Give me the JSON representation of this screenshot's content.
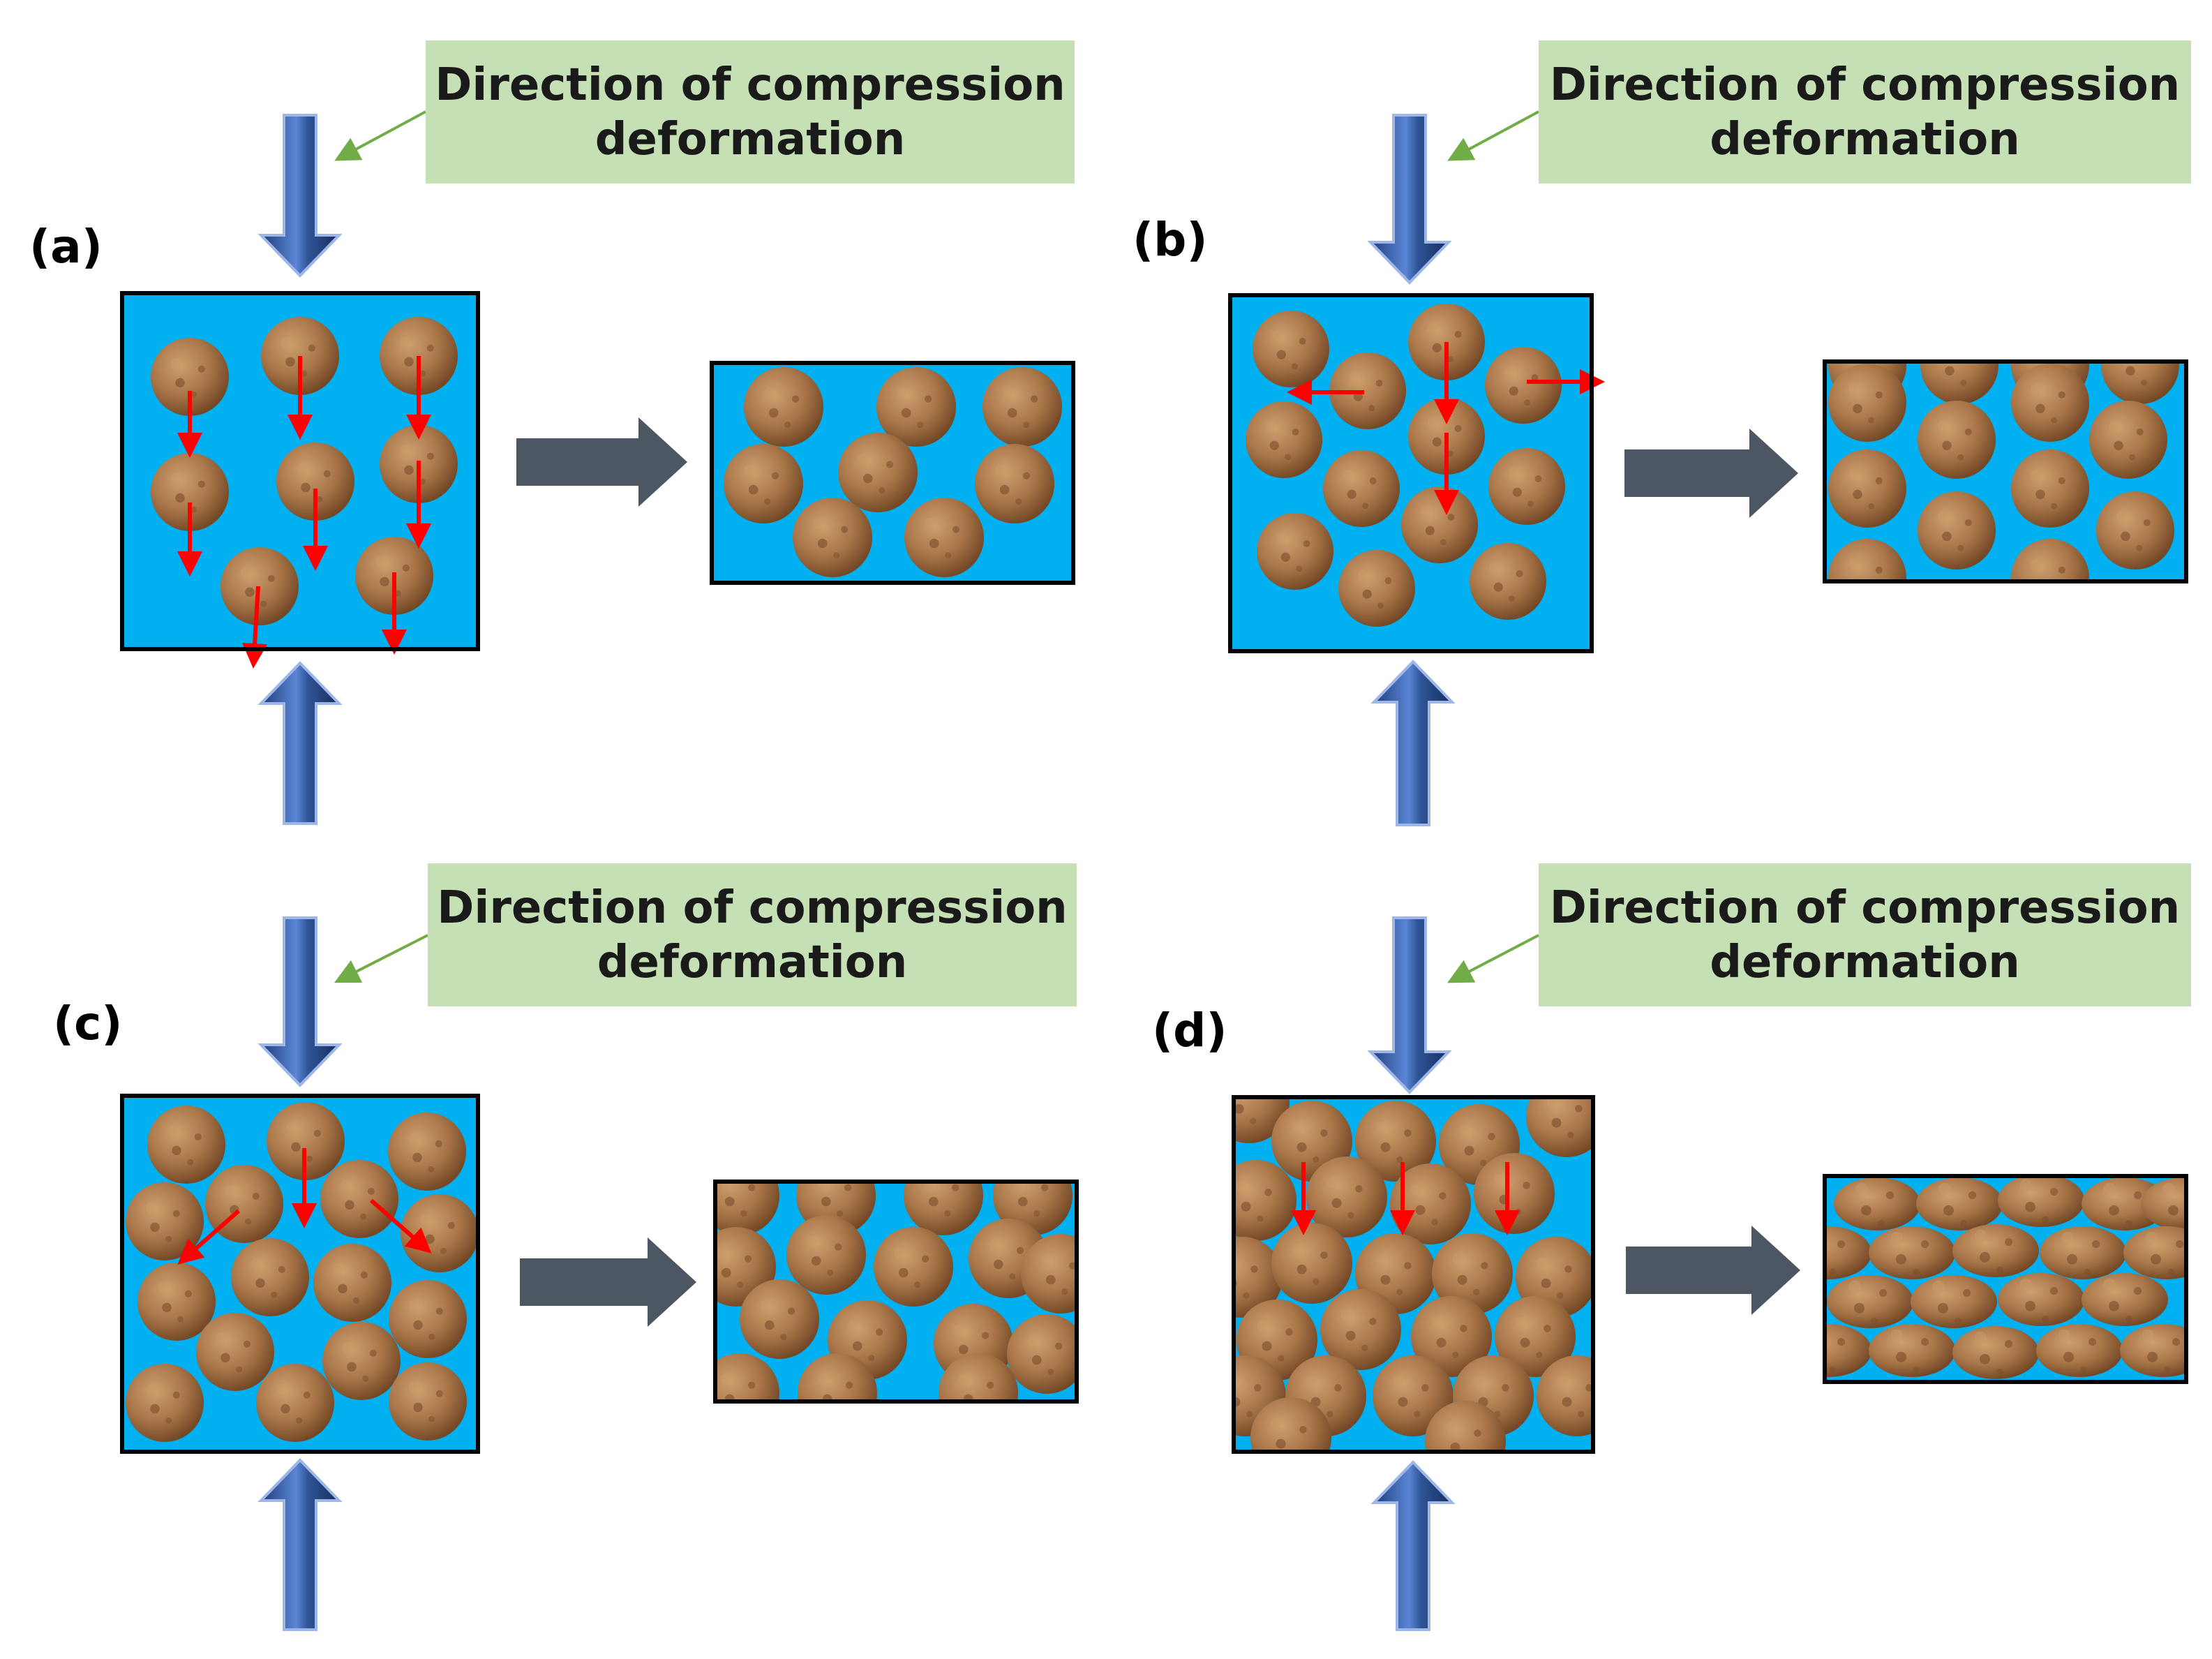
{
  "panels": [
    {
      "label": "(a)",
      "callout": {
        "line1": "Direction of compression",
        "line2": "deformation"
      }
    },
    {
      "label": "(b)",
      "callout": {
        "line1": "Direction of compression",
        "line2": "deformation"
      }
    },
    {
      "label": "(c)",
      "callout": {
        "line1": "Direction of compression",
        "line2": "deformation"
      }
    },
    {
      "label": "(d)",
      "callout": {
        "line1": "Direction of compression",
        "line2": "deformation"
      }
    }
  ],
  "colors": {
    "matrix": "#00b0f0",
    "particle": "#a87548",
    "particle_dark": "#7a4d2b",
    "particle_light": "#c99a6a",
    "callout_bg": "#c5e0b4",
    "callout_pointer": "#70ad47",
    "press_arrow": "#2f5597",
    "process_arrow": "#4d5663",
    "flow_arrow": "#ff0000"
  },
  "icons": [
    "press-arrow-down-icon",
    "press-arrow-up-icon",
    "process-arrow-icon",
    "particle-flow-arrow-icon",
    "callout-pointer-icon"
  ]
}
